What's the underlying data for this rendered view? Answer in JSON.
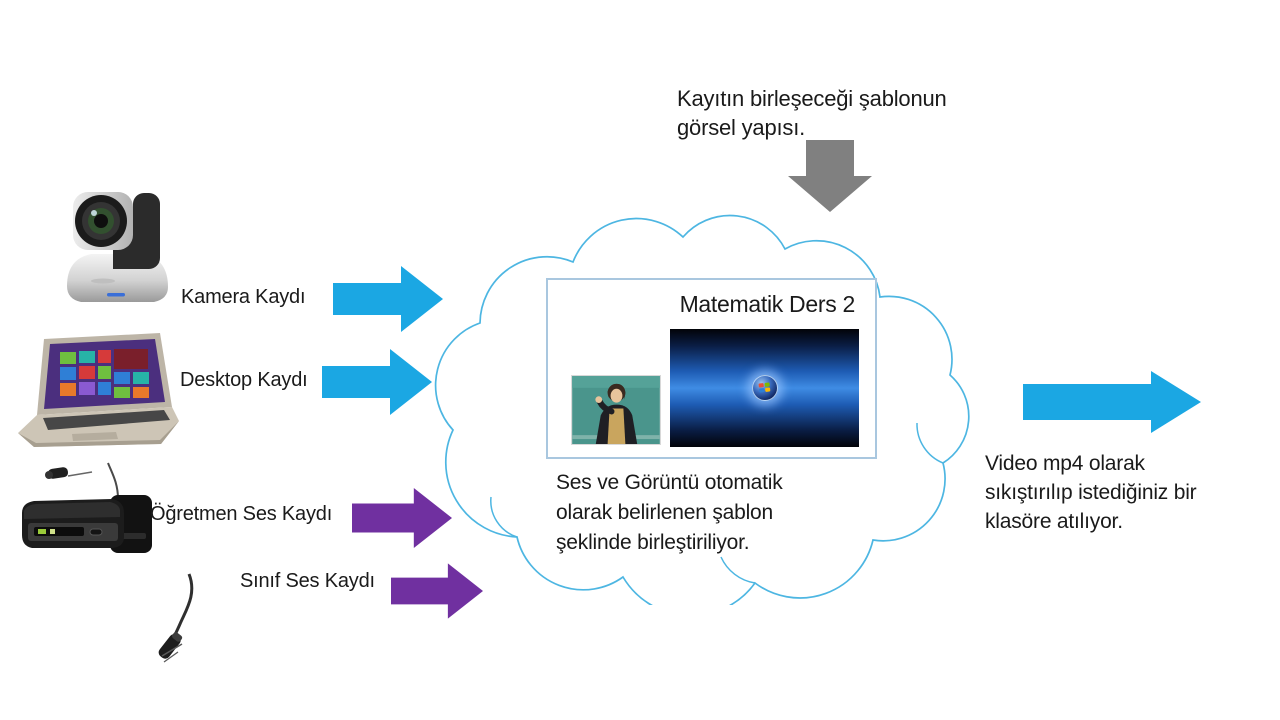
{
  "slide": {
    "background": "#ffffff",
    "language": "tr"
  },
  "colors": {
    "arrow_blue": "#1ba7e3",
    "arrow_purple": "#7030a0",
    "arrow_gray": "#808080",
    "cloud_stroke": "#4db6e2",
    "box_border": "#a9c7df",
    "text": "#1a1a1a"
  },
  "icons": {
    "camera": "ptz-camera-icon",
    "laptop": "laptop-icon",
    "teacher_mic": "wireless-mic-kit-icon",
    "class_mic": "hanging-mic-icon",
    "cloud": "cloud-outline-icon",
    "down_arrow": "down-arrow-icon",
    "flow_arrow": "right-arrow-icon",
    "teacher_photo": "teacher-thumbnail",
    "wallpaper": "windows-desktop-thumbnail",
    "orb": "windows-orb-icon"
  },
  "top_annotation": {
    "lines": [
      "Kayıtın birleşeceği şablonun",
      "görsel yapısı."
    ]
  },
  "sources": [
    {
      "label": "Kamera Kaydı",
      "arrow_color": "#1ba7e3"
    },
    {
      "label": "Desktop Kaydı",
      "arrow_color": "#1ba7e3"
    },
    {
      "label": "Öğretmen Ses Kaydı",
      "arrow_color": "#7030a0"
    },
    {
      "label": "Sınıf Ses Kaydı",
      "arrow_color": "#7030a0"
    }
  ],
  "cloud": {
    "template_title": "Matematik Ders 2",
    "caption_lines": [
      "Ses ve Görüntü otomatik",
      "olarak belirlenen şablon",
      "şeklinde birleştiriliyor."
    ]
  },
  "output": {
    "caption_lines": [
      "Video mp4 olarak",
      "sıkıştırılıp istediğiniz bir",
      "klasöre atılıyor."
    ]
  }
}
